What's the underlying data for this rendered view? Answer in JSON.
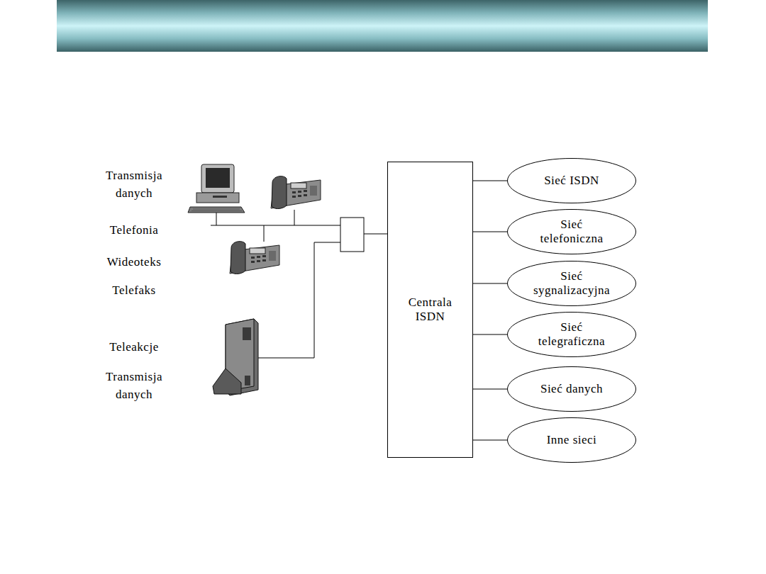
{
  "diagram": {
    "nodes": [
      {
        "text": [
          "Centrala ISDN"
        ]
      },
      {
        "text": [
          "Sieć ISDN"
        ]
      },
      {
        "text": [
          "Sieć telefoniczna"
        ]
      },
      {
        "text": [
          "Sieć sygnalizacyjna"
        ]
      },
      {
        "text": [
          "Sieć telegraficzna"
        ]
      },
      {
        "text": [
          "Sieć danych"
        ]
      },
      {
        "text": [
          "Inne sieci"
        ]
      }
    ],
    "edges": [
      {
        "from": 0,
        "to": 1,
        "arrow": "none"
      },
      {
        "from": 0,
        "to": 2,
        "arrow": "none"
      },
      {
        "from": 0,
        "to": 3,
        "arrow": "none"
      },
      {
        "from": 0,
        "to": 4,
        "arrow": "none"
      },
      {
        "from": 0,
        "to": 5,
        "arrow": "none"
      },
      {
        "from": 0,
        "to": 6,
        "arrow": "none"
      }
    ],
    "labels": [
      "Transmisja danych",
      "Telefonia",
      "Wideoteks",
      "Telefaks",
      "Teleakcje",
      "Transmisja danych"
    ]
  }
}
